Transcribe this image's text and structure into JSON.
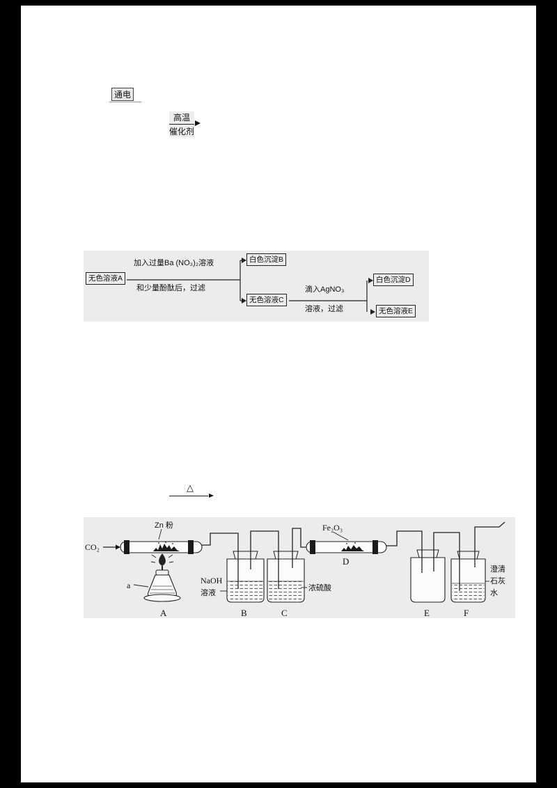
{
  "page": {
    "background": "#000000",
    "paper_color": "#ffffff"
  },
  "equations": {
    "electrify": "通电",
    "high_temp": "高温",
    "catalyst": "催化剂",
    "heat_delta": "△"
  },
  "flowchart": {
    "solution_a": "无色溶液A",
    "step1_line1": "加入过量Ba (NO₃)₂溶液",
    "step1_line2": "和少量酚酞后，过滤",
    "precipitate_b": "白色沉淀B",
    "solution_c": "无色溶液C",
    "step2_line1": "滴入AgNO₃",
    "step2_line2": "溶液，过滤",
    "precipitate_d": "白色沉淀D",
    "solution_e": "无色溶液E"
  },
  "apparatus": {
    "gas_in": "CO₂",
    "zn_powder": "Zn 粉",
    "fe2o3": "Fe₂O₃",
    "naoh_line1": "NaOH",
    "naoh_line2": "溶液",
    "conc_h2so4": "浓硫酸",
    "limewater_line1": "澄清",
    "limewater_line2": "石灰",
    "limewater_line3": "水",
    "lamp_label": "a",
    "label_a": "A",
    "label_b": "B",
    "label_c": "C",
    "label_d": "D",
    "label_e": "E",
    "label_f": "F"
  }
}
